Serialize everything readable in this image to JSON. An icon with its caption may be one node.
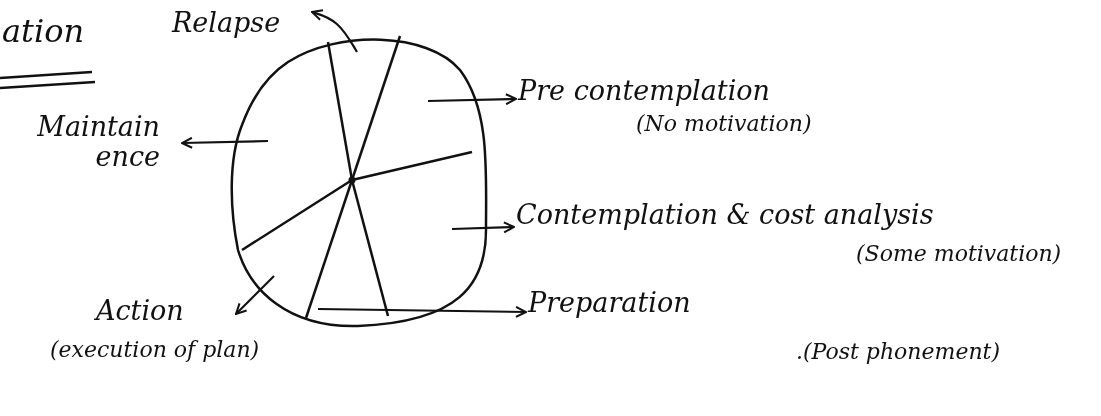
{
  "diagram": {
    "title": "ation",
    "nodes": [
      {
        "text": [],
        "shape": "circle"
      },
      {
        "text": [
          "Relapse"
        ]
      },
      {
        "text": [
          "Pre contemplation",
          "(No motivation)"
        ]
      },
      {
        "text": [
          "Maintain ence"
        ]
      },
      {
        "text": [
          "Contemplation & cost analysis",
          "(Some motivation)"
        ]
      },
      {
        "text": [
          "Action",
          "(execution of plan)"
        ]
      },
      {
        "text": [
          "Preparation",
          ".(Post phonement)"
        ]
      }
    ],
    "edges": [
      {
        "from": 0,
        "to": 1,
        "arrow": "to"
      },
      {
        "from": 0,
        "to": 2,
        "arrow": "to"
      },
      {
        "from": 0,
        "to": 3,
        "arrow": "to"
      },
      {
        "from": 0,
        "to": 4,
        "arrow": "to"
      },
      {
        "from": 0,
        "to": 5,
        "arrow": "to"
      },
      {
        "from": 0,
        "to": 6,
        "arrow": "to"
      }
    ]
  }
}
